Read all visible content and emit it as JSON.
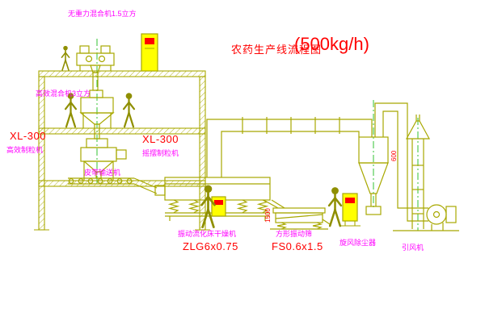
{
  "diagram": {
    "title": {
      "text": "农药生产线流程图",
      "capacity": "(500kg/h)"
    },
    "labels": {
      "top_mixer": "无重力混合机1.5立方",
      "mid_mixer": "高效混合机3立方",
      "left_granulator_model": "XL-300",
      "left_granulator_name": "高效制粒机",
      "center_granulator_model": "XL-300",
      "center_granulator_name": "摇摆制粒机",
      "belt_conveyor": "皮带输送机",
      "dryer_name": "振动流化床干燥机",
      "dryer_model": "ZLG6x0.75",
      "screen_name": "方形振动筛",
      "screen_model": "FS0.6x1.5",
      "cyclone_name": "旋风除尘器",
      "fan_name": "引风机"
    },
    "dims": {
      "screen_chute": "1500",
      "cyclone": "600"
    },
    "colors": {
      "line": "#a8a800",
      "label_magenta": "#ff00ff",
      "accent_red": "#ff0000",
      "cabinet_yellow": "#ffff00",
      "centerline_green": "#00b400",
      "background": "#ffffff"
    }
  }
}
